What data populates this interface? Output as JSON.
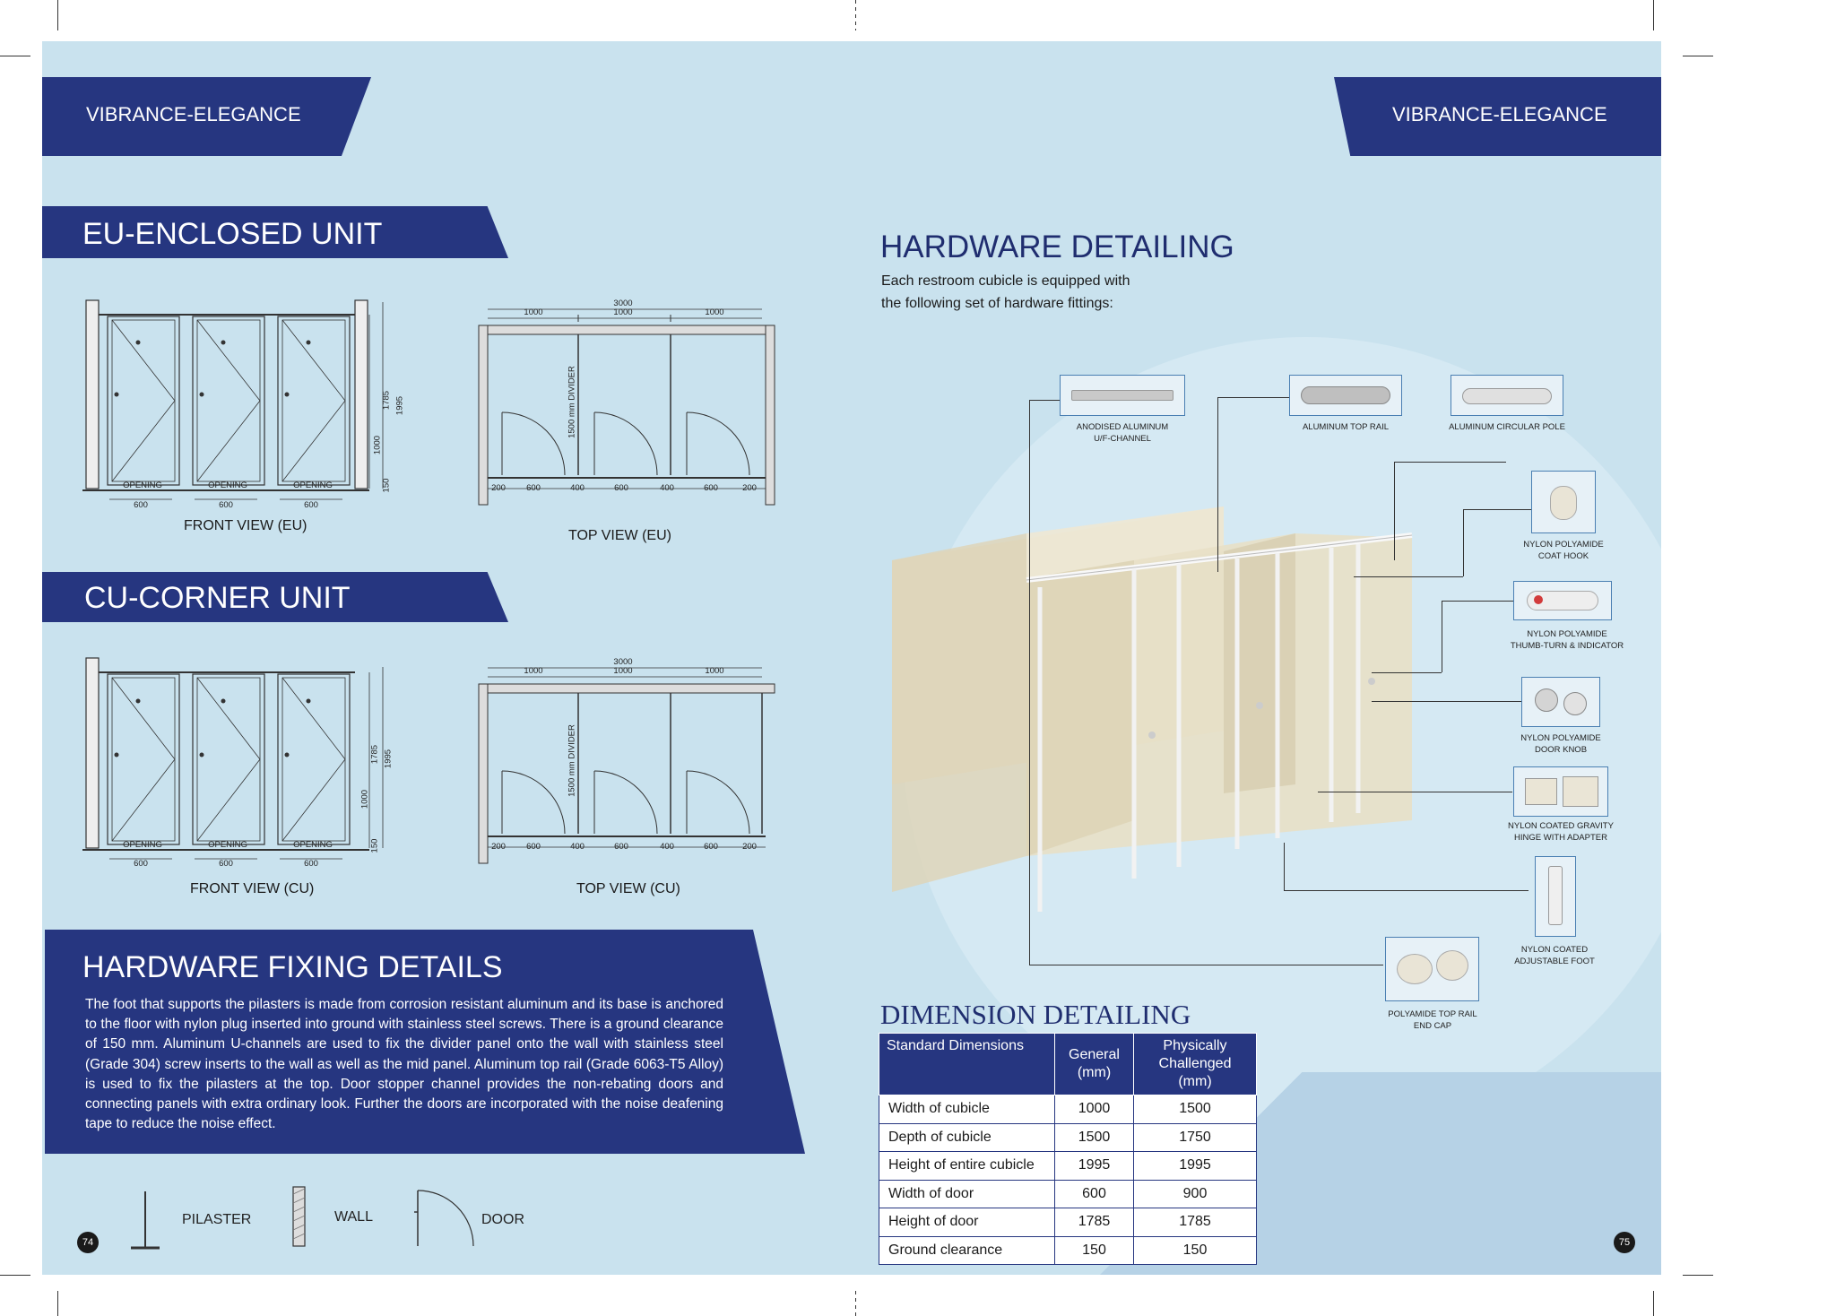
{
  "brand": {
    "left": "VIBRANCE-ELEGANCE",
    "right": "VIBRANCE-ELEGANCE"
  },
  "sections": {
    "eu_title": "EU-ENCLOSED UNIT",
    "cu_title": "CU-CORNER UNIT",
    "hardware_title": "HARDWARE DETAILING",
    "hardware_intro_line1": "Each restroom cubicle is equipped with",
    "hardware_intro_line2": "the following set of hardware fittings:",
    "dimension_title": "DIMENSION DETAILING"
  },
  "drawings": {
    "front_eu": "FRONT VIEW (EU)",
    "top_eu": "TOP VIEW (EU)",
    "front_cu": "FRONT VIEW (CU)",
    "top_cu": "TOP VIEW (CU)",
    "opening": "OPENING",
    "w600": "600",
    "w1000": "1000",
    "w3000": "3000",
    "h1785": "1785",
    "h1995": "1995",
    "h1000": "1000",
    "h150": "150",
    "w200": "200",
    "w400": "400",
    "divider": "1500 mm DIVIDER"
  },
  "fixing": {
    "title": "HARDWARE FIXING DETAILS",
    "body": "The foot that supports the pilasters is made from corrosion resistant aluminum and its base is anchored to the floor with nylon plug inserted into ground with stainless steel screws. There is a ground clearance of 150 mm. Aluminum U-channels are used to fix the divider panel onto the wall with stainless steel (Grade 304) screw inserts to the wall as well as the mid panel. Aluminum top rail (Grade 6063-T5 Alloy) is used to fix the pilasters at the top. Door stopper channel provides the non-rebating doors and connecting panels with extra ordinary look. Further the doors are incorporated with the noise deafening tape to reduce the noise effect."
  },
  "legend": {
    "pilaster": "PILASTER",
    "wall": "WALL",
    "door": "DOOR"
  },
  "pages": {
    "left": "74",
    "right": "75"
  },
  "hardware_items": {
    "u_channel": "ANODISED ALUMINUM\nU/F-CHANNEL",
    "top_rail": "ALUMINUM TOP RAIL",
    "circular_pole": "ALUMINUM CIRCULAR POLE",
    "coat_hook": "NYLON POLYAMIDE\nCOAT HOOK",
    "thumb_turn": "NYLON POLYAMIDE\nTHUMB-TURN & INDICATOR",
    "door_knob": "NYLON POLYAMIDE\nDOOR KNOB",
    "hinge": "NYLON COATED GRAVITY\nHINGE WITH ADAPTER",
    "foot": "NYLON COATED\nADJUSTABLE FOOT",
    "end_cap": "POLYAMIDE TOP RAIL\nEND CAP"
  },
  "dimension_table": {
    "headers": [
      "Standard Dimensions",
      "General (mm)",
      "Physically Challenged (mm)"
    ],
    "rows": [
      [
        "Width of cubicle",
        "1000",
        "1500"
      ],
      [
        "Depth of cubicle",
        "1500",
        "1750"
      ],
      [
        "Height of entire cubicle",
        "1995",
        "1995"
      ],
      [
        "Width of door",
        "600",
        "900"
      ],
      [
        "Height of door",
        "1785",
        "1785"
      ],
      [
        "Ground clearance",
        "150",
        "150"
      ]
    ]
  },
  "colors": {
    "navy": "#263680",
    "background": "#c9e2ee",
    "panel": "#e9e2c8"
  }
}
